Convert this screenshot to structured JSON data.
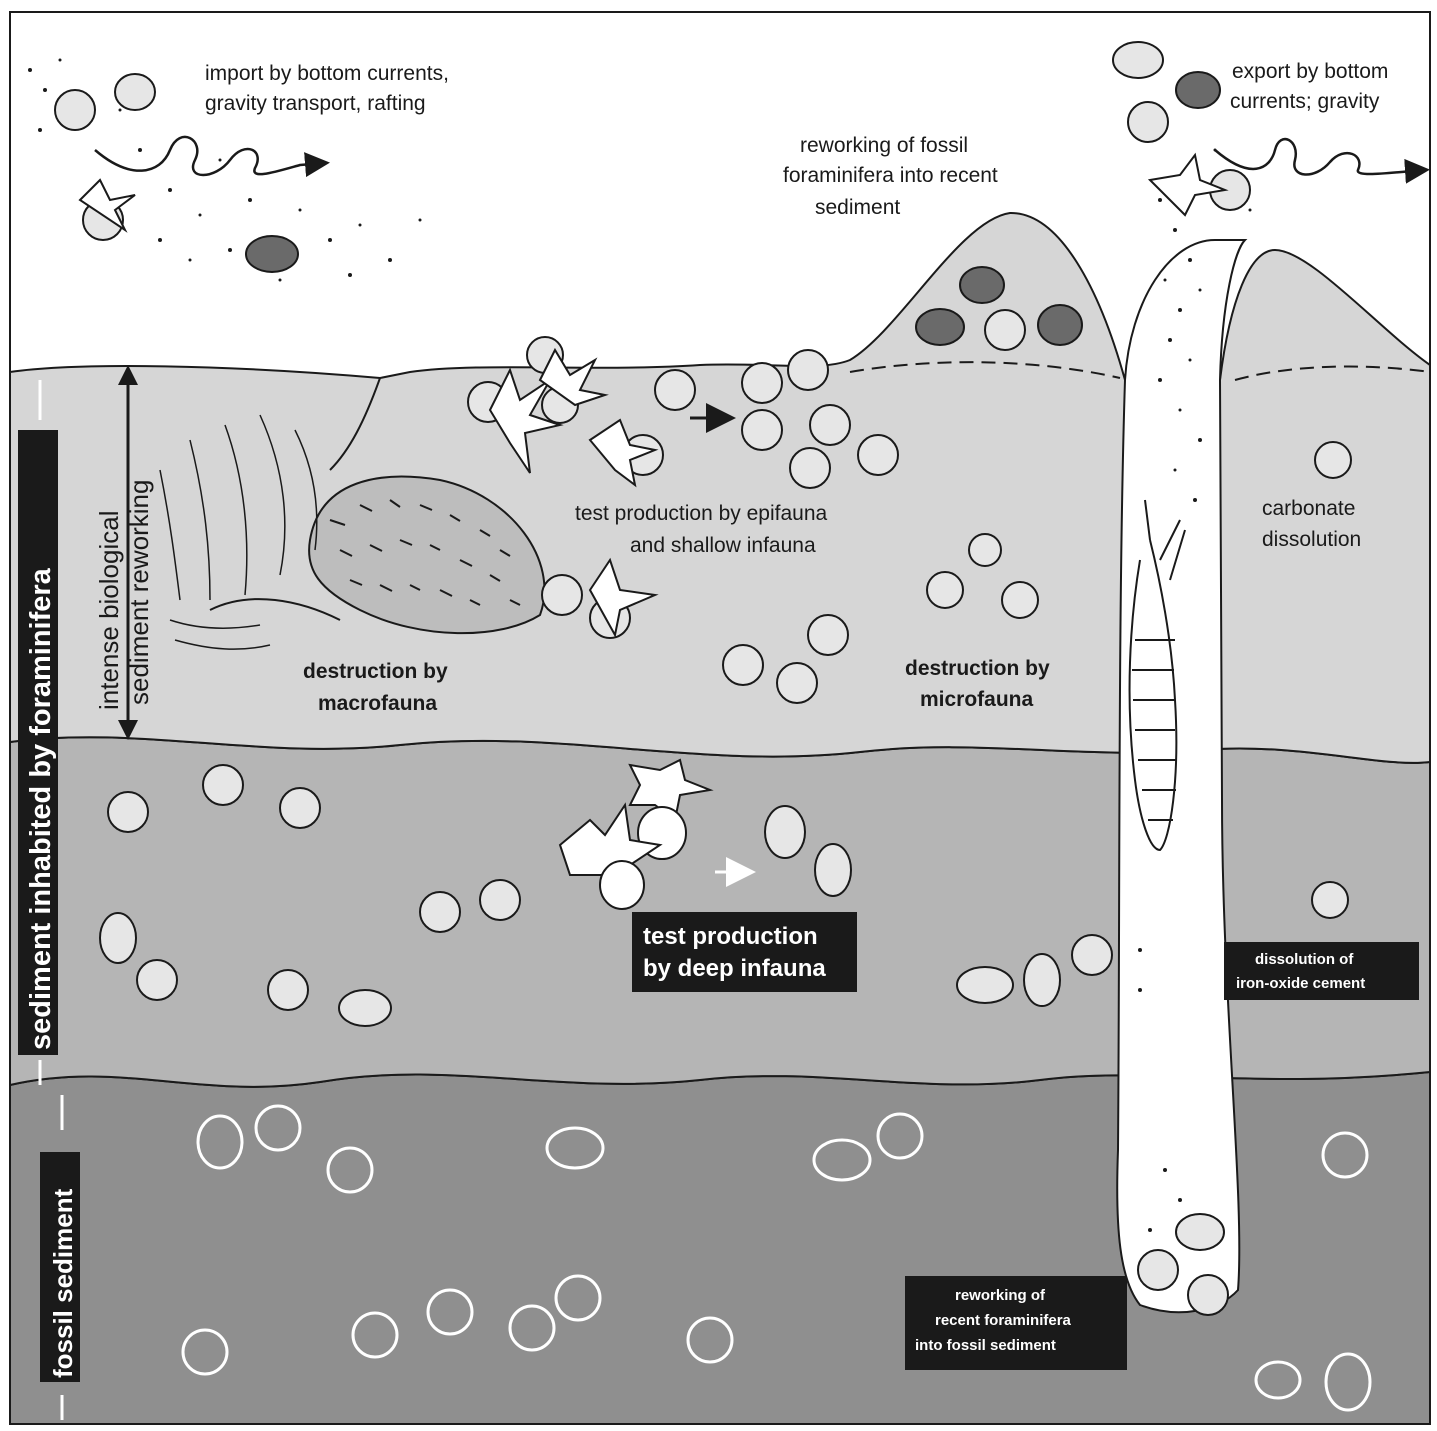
{
  "labels": {
    "import_line1": "import by bottom currents,",
    "import_line2": "gravity transport, rafting",
    "export_line1": "export by bottom",
    "export_line2": "currents; gravity",
    "rework_fossil_line1": "reworking of fossil",
    "rework_fossil_line2": "foraminifera into recent",
    "rework_fossil_line3": "sediment",
    "epifauna_line1": "test production by epifauna",
    "epifauna_line2": "and shallow infauna",
    "carbonate_line1": "carbonate",
    "carbonate_line2": "dissolution",
    "macro_line1": "destruction by",
    "macro_line2": "macrofauna",
    "micro_line1": "destruction by",
    "micro_line2": "microfauna",
    "bio_line1": "intense biological",
    "bio_line2": "sediment reworking",
    "inhabited": "sediment inhabited by foraminifera",
    "fossil_sediment": "fossil sediment",
    "deep_line1": "test production",
    "deep_line2": "by deep infauna",
    "iron_line1": "dissolution of",
    "iron_line2": "iron-oxide cement",
    "rework_recent_line1": "reworking of",
    "rework_recent_line2": "recent foraminifera",
    "rework_recent_line3": "into fossil  sediment"
  },
  "colors": {
    "upper_layer": "#d6d6d6",
    "middle_layer": "#b5b5b5",
    "fossil_layer": "#8f8f8f",
    "ink": "#1a1a1a",
    "label_box": "#1a1a1a",
    "test_fill": "#e6e6e6",
    "dark_test": "#6a6a6a"
  }
}
